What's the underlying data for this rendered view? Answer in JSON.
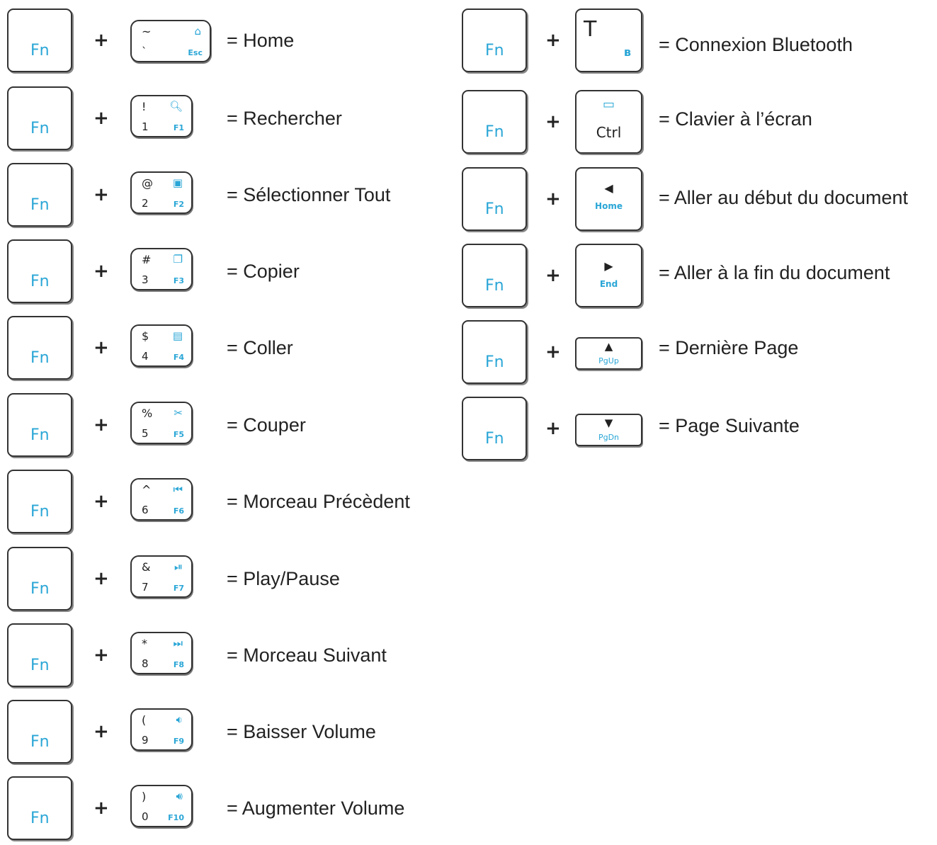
{
  "fn_label": "Fn",
  "plus": "+",
  "left_rows": [
    {
      "tl": "~",
      "bl": "`",
      "tr": "⌂",
      "br": "Esc",
      "desc": "= Home"
    },
    {
      "tl": "!",
      "bl": "1",
      "tr": "🔍︎",
      "br": "F1",
      "desc": "= Rechercher"
    },
    {
      "tl": "@",
      "bl": "2",
      "tr": "▣",
      "br": "F2",
      "desc": "= Sélectionner Tout"
    },
    {
      "tl": "#",
      "bl": "3",
      "tr": "❐",
      "br": "F3",
      "desc": "= Copier"
    },
    {
      "tl": "$",
      "bl": "4",
      "tr": "▤",
      "br": "F4",
      "desc": "= Coller"
    },
    {
      "tl": "%",
      "bl": "5",
      "tr": "✂",
      "br": "F5",
      "desc": "= Couper"
    },
    {
      "tl": "^",
      "bl": "6",
      "tr": "⏮",
      "br": "F6",
      "desc": "= Morceau Précèdent"
    },
    {
      "tl": "&",
      "bl": "7",
      "tr": "⏯",
      "br": "F7",
      "desc": "= Play/Pause"
    },
    {
      "tl": "*",
      "bl": "8",
      "tr": "⏭",
      "br": "F8",
      "desc": "= Morceau Suivant"
    },
    {
      "tl": "(",
      "bl": "9",
      "tr": "🔉︎",
      "br": "F9",
      "desc": "= Baisser Volume"
    },
    {
      "tl": ")",
      "bl": "0",
      "tr": "🔊︎",
      "br": "F10",
      "desc": "= Augmenter Volume"
    }
  ],
  "right_rows": [
    {
      "main": "T",
      "sub": "ʙ",
      "desc": "= Connexion Bluetooth"
    },
    {
      "main": "Ctrl",
      "sub": "▭",
      "desc": "= Clavier à l’écran"
    },
    {
      "main": "◀",
      "sub": "Home",
      "desc": "= Aller au début du document"
    },
    {
      "main": "▶",
      "sub": "End",
      "desc": "= Aller à la fin du document"
    },
    {
      "main": "▲",
      "sub": "PgUp",
      "desc": "= Dernière Page"
    },
    {
      "main": "▼",
      "sub": "PgDn",
      "desc": "= Page Suivante"
    }
  ]
}
